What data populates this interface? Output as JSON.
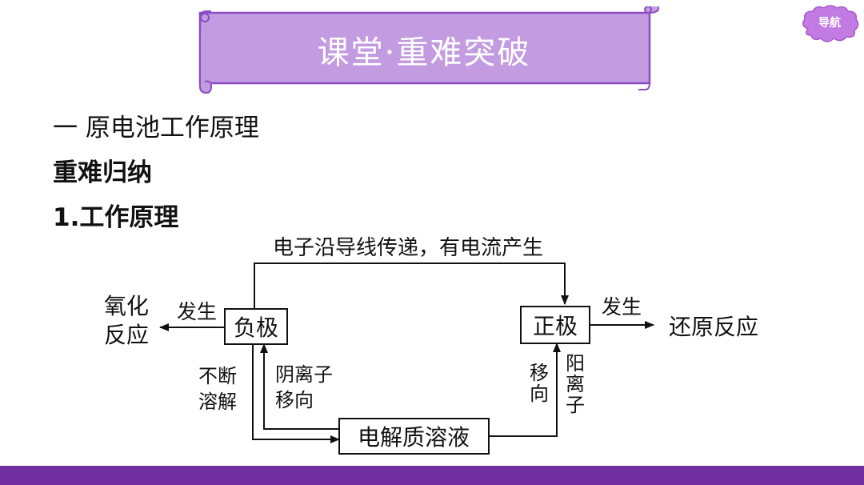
{
  "banner": {
    "title": "课堂·重难突破",
    "fill": "#c39be0",
    "stroke": "#8a4cc4"
  },
  "nav": {
    "label": "导航",
    "fill": "#c17be3"
  },
  "section_title": "一 原电池工作原理",
  "subheading": "重难归纳",
  "point_title": "1.工作原理",
  "diagram": {
    "top_label": "电子沿导线传递，有电流产生",
    "negative_box": "负极",
    "positive_box": "正极",
    "electrolyte_box": "电解质溶液",
    "left_result_line1": "氧化",
    "left_result_line2": "反应",
    "left_arrow_label": "发生",
    "right_arrow_label": "发生",
    "right_result": "还原反应",
    "dissolve_line1": "不断",
    "dissolve_line2": "溶解",
    "anion_line1": "阴离子",
    "anion_line2": "移向",
    "cation_chars": [
      "阳",
      "离",
      "子"
    ],
    "move_chars": [
      "移",
      "向"
    ]
  },
  "footer": {
    "color": "#7030a0"
  }
}
